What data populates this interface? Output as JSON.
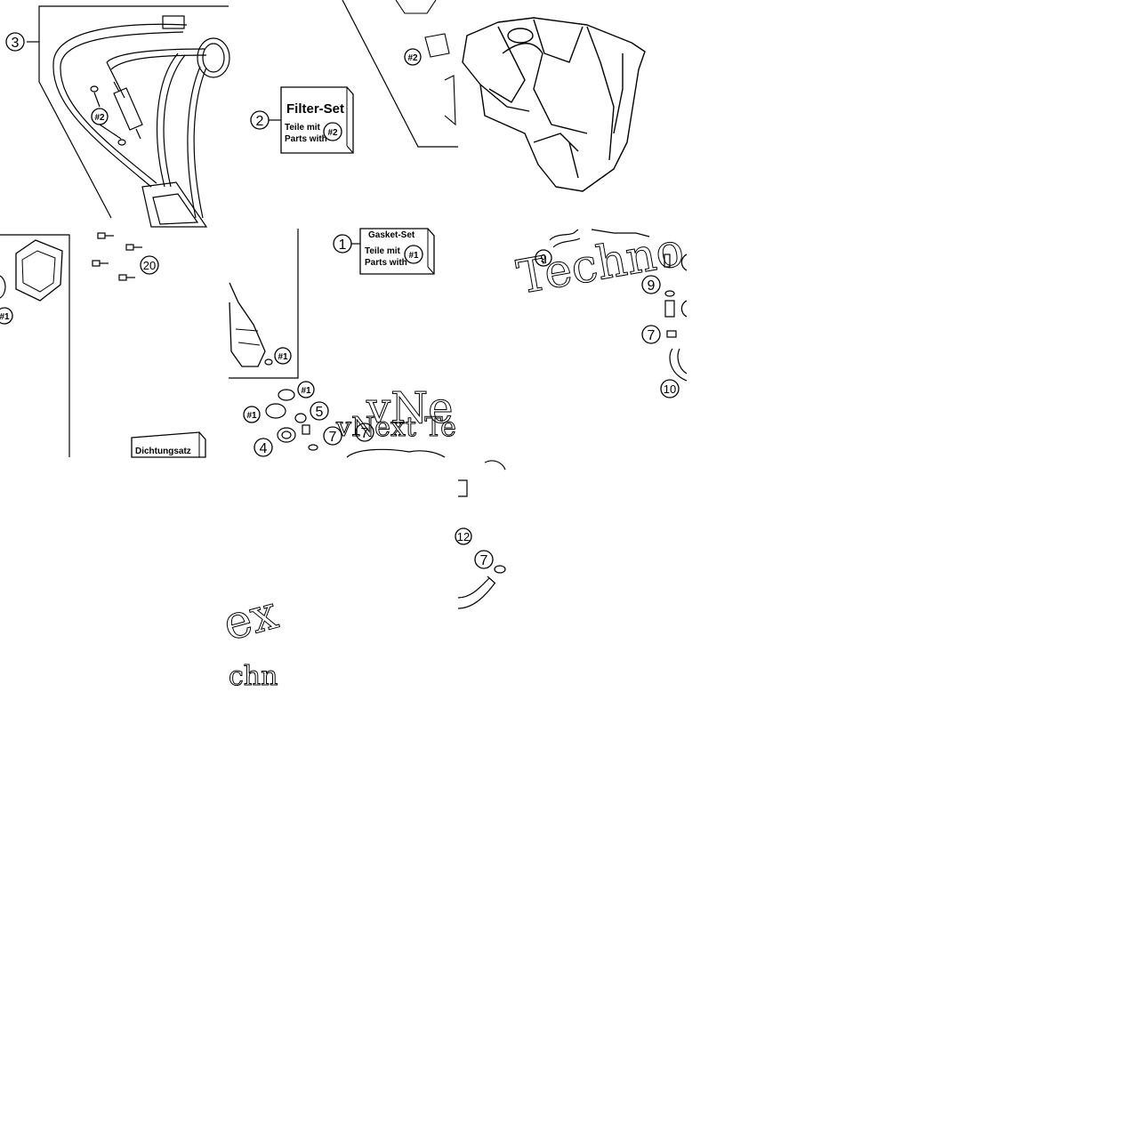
{
  "diagram": {
    "callouts": {
      "c1": "1",
      "c2": "2",
      "c3": "3",
      "c4": "4",
      "c5": "5",
      "c7": "7",
      "c9": "9",
      "c10": "10",
      "c12": "12",
      "c20": "20"
    },
    "refs": {
      "r1": "#1",
      "r2": "#2"
    },
    "kits": {
      "filter": {
        "title": "Filter-Set",
        "line1": "Teile mit",
        "line2": "Parts with",
        "ref": "#2"
      },
      "gasket": {
        "title": "Gasket-Set",
        "line1": "Teile mit",
        "line2": "Parts with",
        "ref": "#1"
      },
      "dichtung": {
        "title": "Dichtungsatz"
      }
    },
    "watermarks": {
      "w1": "Techno",
      "w2": "vNext Te",
      "w3": "vNe",
      "w4": "ex",
      "w5": "chn"
    },
    "colors": {
      "line": "#000000",
      "background": "#ffffff"
    }
  }
}
